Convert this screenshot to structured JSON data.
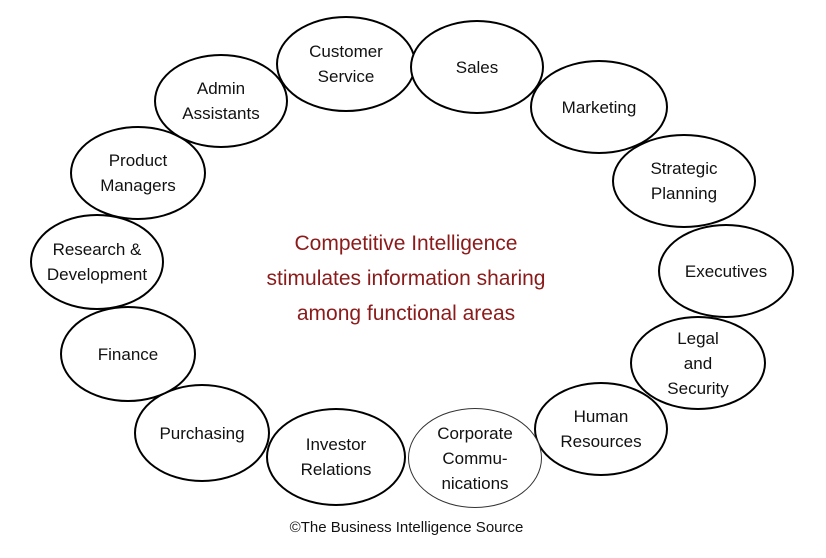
{
  "diagram": {
    "center_text": "Competitive Intelligence\nstimulates information sharing\namong functional areas",
    "nodes": [
      {
        "id": "customer-service",
        "label": "Customer\nService"
      },
      {
        "id": "sales",
        "label": "Sales"
      },
      {
        "id": "marketing",
        "label": "Marketing"
      },
      {
        "id": "strategic-planning",
        "label": "Strategic\nPlanning"
      },
      {
        "id": "executives",
        "label": "Executives"
      },
      {
        "id": "legal-security",
        "label": "Legal\nand\nSecurity"
      },
      {
        "id": "human-resources",
        "label": "Human\nResources"
      },
      {
        "id": "corporate-communications",
        "label": "Corporate\nCommu-\nnications"
      },
      {
        "id": "investor-relations",
        "label": "Investor\nRelations"
      },
      {
        "id": "purchasing",
        "label": "Purchasing"
      },
      {
        "id": "finance",
        "label": "Finance"
      },
      {
        "id": "research-development",
        "label": "Research &\nDevelopment"
      },
      {
        "id": "product-managers",
        "label": "Product\nManagers"
      },
      {
        "id": "admin-assistants",
        "label": "Admin\nAssistants"
      }
    ],
    "border_color": "#000000",
    "center_text_color": "#8b1a1a"
  },
  "footer": {
    "copyright": "©The Business Intelligence Source"
  }
}
